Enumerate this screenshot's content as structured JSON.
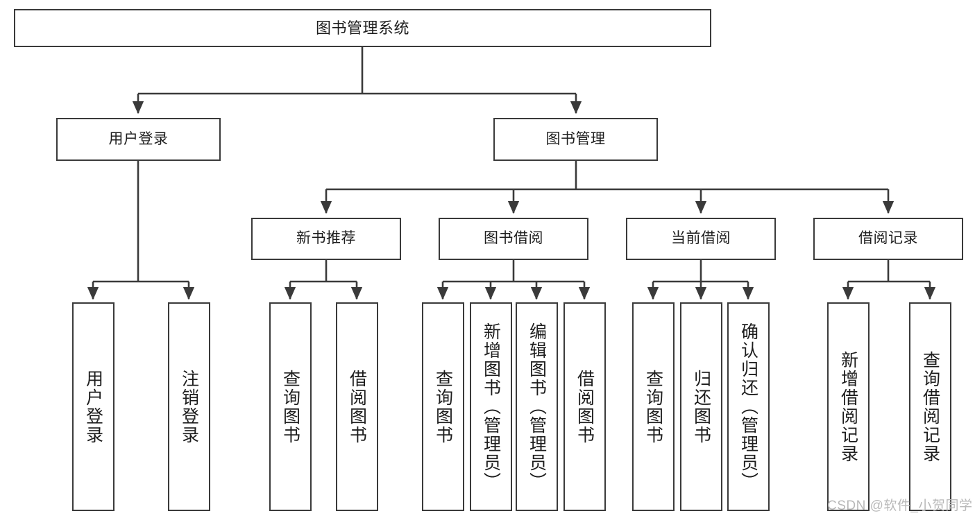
{
  "diagram": {
    "type": "tree",
    "title": "图书管理系统",
    "orientation": "top-down",
    "colors": {
      "box_border": "#3a3a3a",
      "box_fill": "#ffffff",
      "connector": "#3a3a3a",
      "text": "#1d1d1d",
      "watermark": "#b9b9b9",
      "background": "#ffffff"
    },
    "root": {
      "label": "图书管理系统"
    },
    "level2": [
      {
        "id": "user-login",
        "label": "用户登录"
      },
      {
        "id": "book-management",
        "label": "图书管理"
      }
    ],
    "level3": [
      {
        "id": "new-book-recommend",
        "label": "新书推荐",
        "parent": "book-management"
      },
      {
        "id": "book-borrow",
        "label": "图书借阅",
        "parent": "book-management"
      },
      {
        "id": "current-borrow",
        "label": "当前借阅",
        "parent": "book-management"
      },
      {
        "id": "borrow-record",
        "label": "借阅记录",
        "parent": "book-management"
      }
    ],
    "leaves": {
      "user-login": [
        {
          "id": "leaf-user-login",
          "label": "用户登录"
        },
        {
          "id": "leaf-user-logout",
          "label": "注销登录"
        }
      ],
      "new-book-recommend": [
        {
          "id": "leaf-query-book-1",
          "label": "查询图书"
        },
        {
          "id": "leaf-borrow-book-1",
          "label": "借阅图书"
        }
      ],
      "book-borrow": [
        {
          "id": "leaf-query-book-2",
          "label": "查询图书"
        },
        {
          "id": "leaf-add-book",
          "label": "新增图书（管理员）"
        },
        {
          "id": "leaf-edit-book",
          "label": "编辑图书（管理员）"
        },
        {
          "id": "leaf-borrow-book-2",
          "label": "借阅图书"
        }
      ],
      "current-borrow": [
        {
          "id": "leaf-query-book-3",
          "label": "查询图书"
        },
        {
          "id": "leaf-return-book",
          "label": "归还图书"
        },
        {
          "id": "leaf-confirm-return",
          "label": "确认归还（管理员）"
        }
      ],
      "borrow-record": [
        {
          "id": "leaf-add-record",
          "label": "新增借阅记录"
        },
        {
          "id": "leaf-query-record",
          "label": "查询借阅记录"
        }
      ]
    }
  },
  "watermark": {
    "text": "CSDN @软件_小贺同学"
  }
}
